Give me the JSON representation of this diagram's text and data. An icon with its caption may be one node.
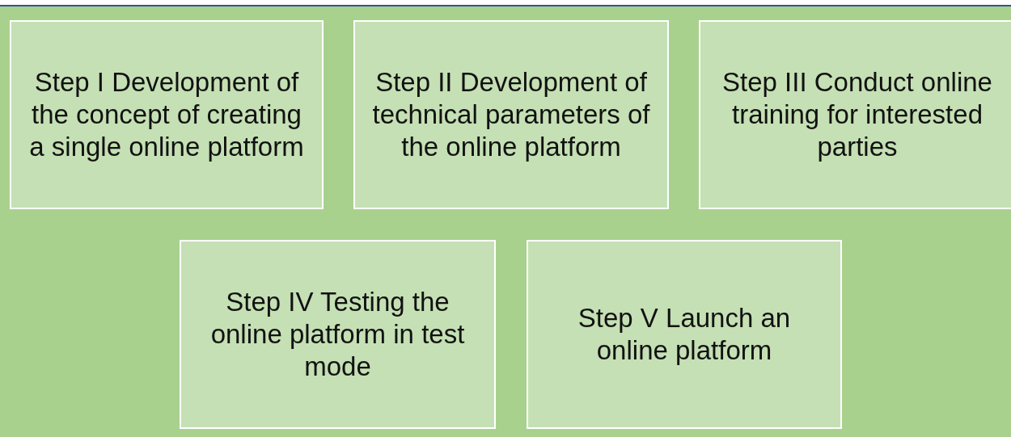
{
  "diagram": {
    "nodes": [
      {
        "text": [
          "Step I Development of the concept of creating a single online platform"
        ]
      },
      {
        "text": [
          "Step II Development of technical parameters of the online platform"
        ]
      },
      {
        "text": [
          "Step III Conduct online training for interested parties"
        ]
      },
      {
        "text": [
          "Step IV Testing the online platform in test mode"
        ]
      },
      {
        "text": [
          "Step V Launch an online platform"
        ]
      }
    ]
  }
}
